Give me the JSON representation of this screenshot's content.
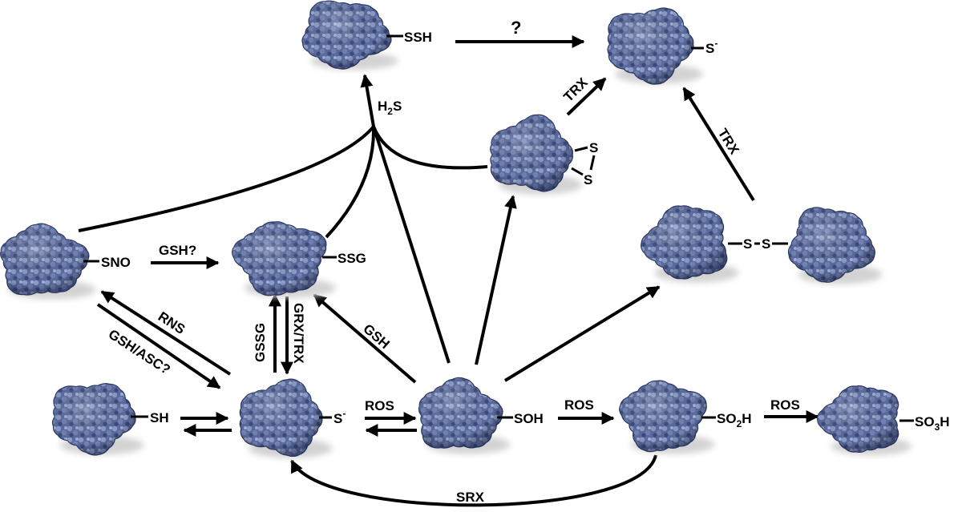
{
  "diagram": {
    "proteins": [
      {
        "id": "p-ssh",
        "suffix": "SSH",
        "superscript": "",
        "subscript": ""
      },
      {
        "id": "p-thiolate-top",
        "suffix": "S",
        "superscript": "-",
        "subscript": ""
      },
      {
        "id": "p-disulfide-intra",
        "suffix": "",
        "superscript": "",
        "subscript": ""
      },
      {
        "id": "p-sno",
        "suffix": "SNO",
        "superscript": "",
        "subscript": ""
      },
      {
        "id": "p-ssg",
        "suffix": "SSG",
        "superscript": "",
        "subscript": ""
      },
      {
        "id": "p-dimer-left",
        "suffix": "",
        "superscript": "",
        "subscript": ""
      },
      {
        "id": "p-dimer-right",
        "suffix": "",
        "superscript": "",
        "subscript": ""
      },
      {
        "id": "p-sh",
        "suffix": "SH",
        "superscript": "",
        "subscript": ""
      },
      {
        "id": "p-thiolate",
        "suffix": "S",
        "superscript": "-",
        "subscript": ""
      },
      {
        "id": "p-soh",
        "suffix": "SOH",
        "superscript": "",
        "subscript": ""
      },
      {
        "id": "p-so2h",
        "suffix": "SO",
        "superscript": "",
        "subscript": "2",
        "suffix2": "H"
      },
      {
        "id": "p-so3h",
        "suffix": "SO",
        "superscript": "",
        "subscript": "3",
        "suffix2": "H"
      }
    ],
    "bond_atoms": {
      "intra_s1": "S",
      "intra_s2": "S",
      "dimer_s1": "S",
      "dimer_s2": "S"
    },
    "labels": {
      "question": "?",
      "h2s_main": "H",
      "h2s_sub": "2",
      "h2s_end": "S",
      "trx_upper": "TRX",
      "trx_right": "TRX",
      "gsh_q": "GSH?",
      "rns": "RNS",
      "gsh_asc": "GSH/ASC?",
      "gssg": "GSSG",
      "grx_trx": "GRX/TRX",
      "gsh": "GSH",
      "ros1": "ROS",
      "ros2": "ROS",
      "ros3": "ROS",
      "srx": "SRX"
    },
    "colors": {
      "protein": "#5a6b9e",
      "protein_light": "#8d9cc8",
      "protein_dark": "#2f3a63",
      "shadow": "#d3d3d3",
      "ink": "#000000"
    }
  }
}
